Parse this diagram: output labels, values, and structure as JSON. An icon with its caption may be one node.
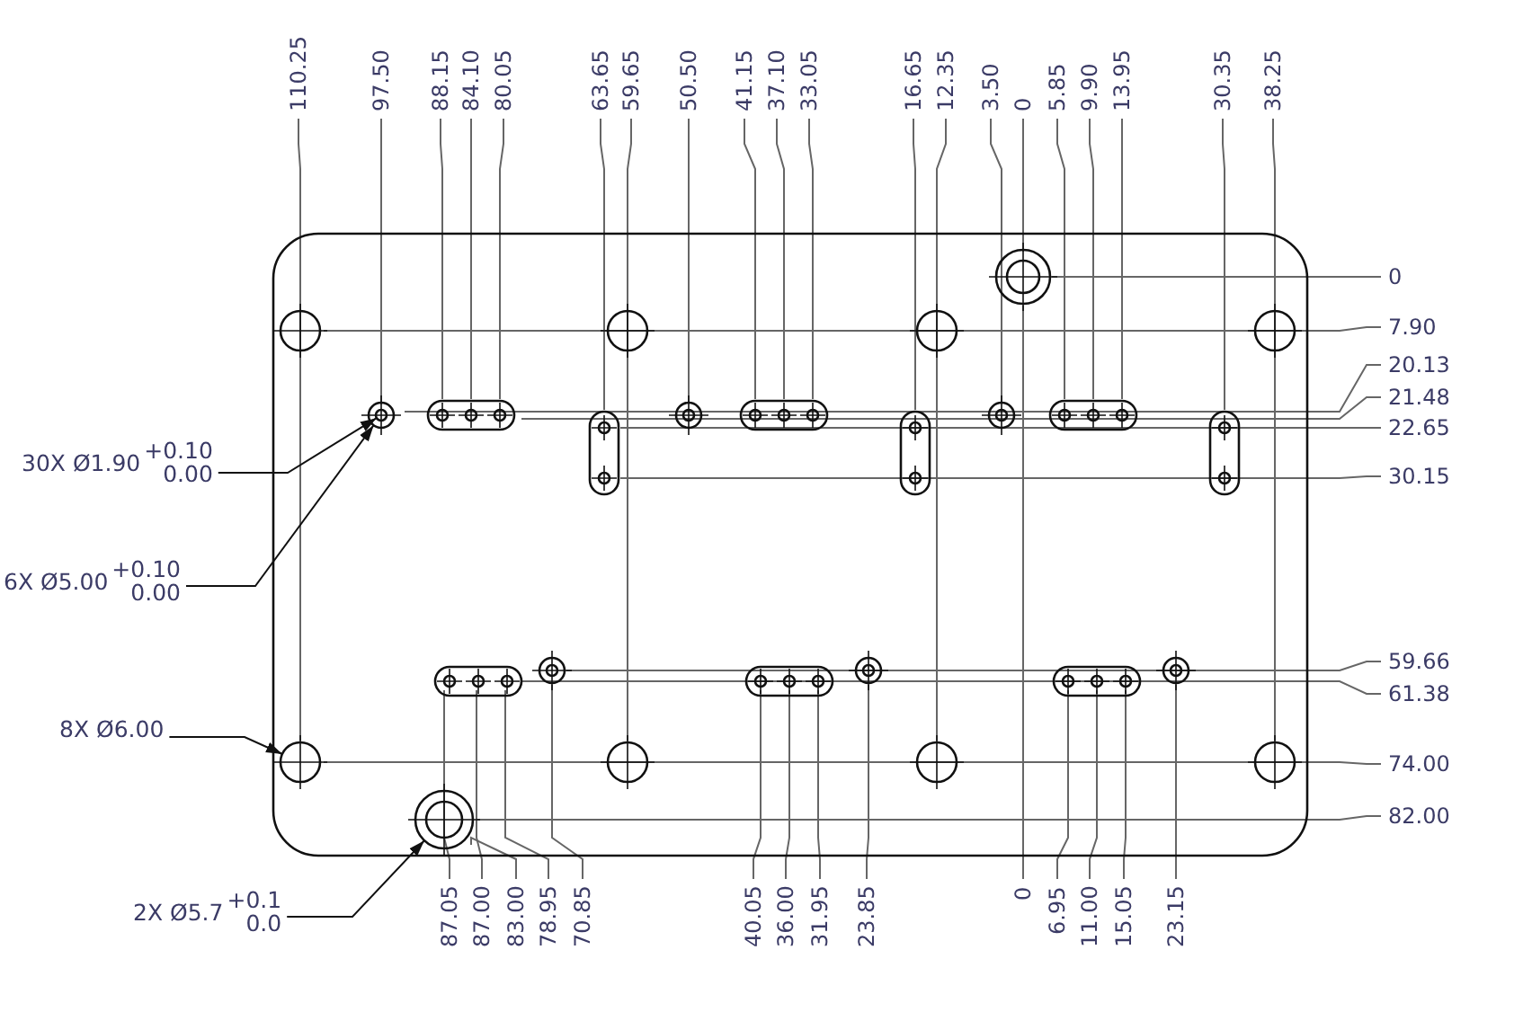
{
  "diagram": {
    "nodes": [
      {
        "text": [
          "30X Ø1.90",
          "+0.10",
          "0.00"
        ]
      },
      {
        "text": [],
        "shape": "circle"
      },
      {
        "text": [
          "6X Ø5.00",
          "+0.10",
          "0.00"
        ]
      },
      {
        "text": [
          "8X Ø6.00"
        ]
      },
      {
        "text": [],
        "shape": "circle"
      },
      {
        "text": [
          "2X Ø5.7",
          "+0.1",
          "0.0"
        ]
      },
      {
        "text": [],
        "shape": "circle"
      }
    ],
    "edges": [
      {
        "from": 0,
        "to": 1,
        "arrow": "to"
      },
      {
        "from": 2,
        "to": 1,
        "arrow": "to"
      },
      {
        "from": 3,
        "to": 4,
        "arrow": "to"
      },
      {
        "from": 5,
        "to": 6,
        "arrow": "to"
      }
    ],
    "labels": [
      "110.25",
      "97.50",
      "88.15",
      "84.10",
      "80.05",
      "63.65",
      "59.65",
      "50.50",
      "41.15",
      "37.10",
      "33.05",
      "16.65",
      "12.35",
      "3.50",
      "0",
      "5.85",
      "9.90",
      "13.95",
      "30.35",
      "38.25",
      "0",
      "7.90",
      "20.13",
      "21.48",
      "22.65",
      "30.15",
      "59.66",
      "61.38",
      "74.00",
      "82.00",
      "87.05",
      "87.00",
      "83.00",
      "78.95",
      "70.85",
      "40.05",
      "36.00",
      "31.95",
      "23.85",
      "0",
      "6.95",
      "11.00",
      "15.05",
      "23.15"
    ]
  }
}
